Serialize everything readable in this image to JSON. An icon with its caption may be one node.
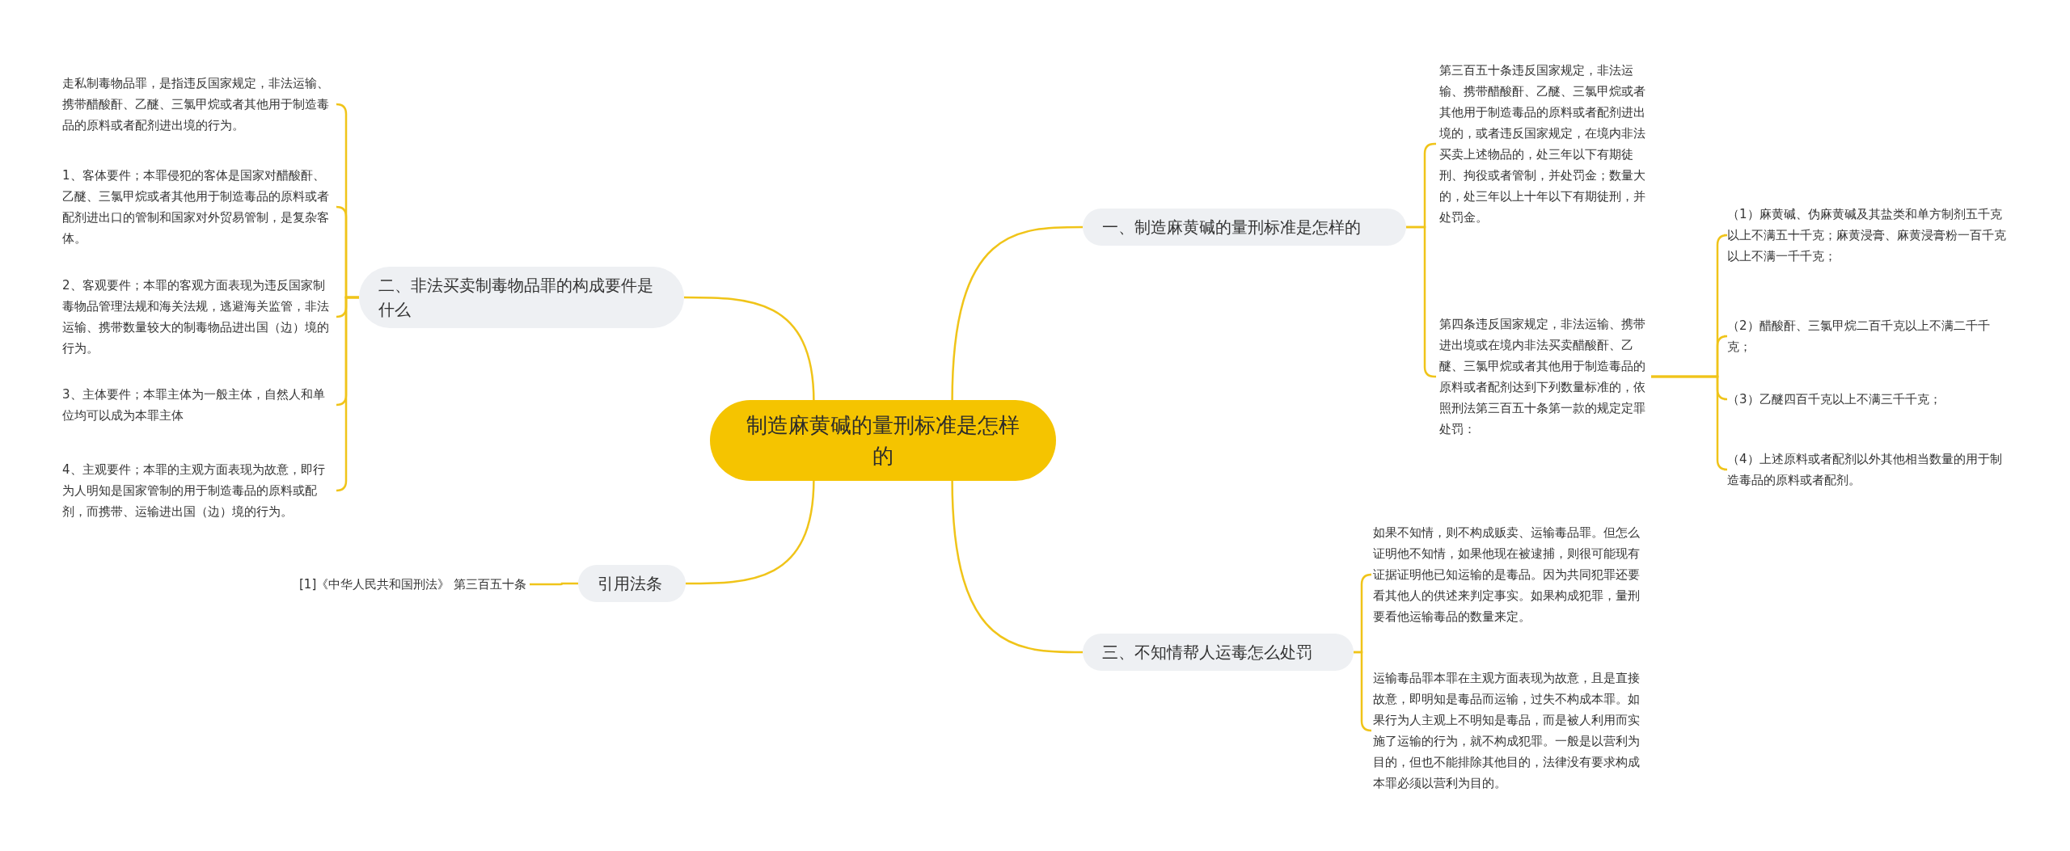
{
  "diagram": {
    "nodes": [
      {
        "text": [
          "制造麻黄碱的量刑标准是怎样的"
        ]
      },
      {
        "text": [
          "一、制造麻黄碱的量刑标准是怎样的"
        ]
      },
      {
        "text": [
          "第三百五十条违反国家规定，非法运输、携带醋酸酐、乙醚、三氯甲烷或者其他用于制造毒品的原料或者配剂进出境的，或者违反国家规定，在境内非法买卖上述物品的，处三年以下有期徒刑、拘役或者管制，并处罚金；数量大的，处三年以上十年以下有期徒刑，并处罚金。"
        ]
      },
      {
        "text": [
          "第四条违反国家规定，非法运输、携带进出境或在境内非法买卖醋酸酐、乙醚、三氯甲烷或者其他用于制造毒品的原料或者配剂达到下列数量标准的，依照刑法第三百五十条第一款的规定定罪处罚："
        ]
      },
      {
        "text": [
          "（1）麻黄碱、伪麻黄碱及其盐类和单方制剂五千克以上不满五十千克；麻黄浸膏、麻黄浸膏粉一百千克以上不满一千千克；"
        ]
      },
      {
        "text": [
          "（2）醋酸酐、三氯甲烷二百千克以上不满二千千克；"
        ]
      },
      {
        "text": [
          "（3）乙醚四百千克以上不满三千千克；"
        ]
      },
      {
        "text": [
          "（4）上述原料或者配剂以外其他相当数量的用于制造毒品的原料或者配剂。"
        ]
      },
      {
        "text": [
          "二、非法买卖制毒物品罪的构成要件是什么"
        ]
      },
      {
        "text": [
          "走私制毒物品罪，是指违反国家规定，非法运输、携带醋酸酐、乙醚、三氯甲烷或者其他用于制造毒品的原料或者配剂进出境的行为。"
        ]
      },
      {
        "text": [
          "1、客体要件；本罪侵犯的客体是国家对醋酸酐、乙醚、三氯甲烷或者其他用于制造毒品的原料或者配剂进出口的管制和国家对外贸易管制，是复杂客体。"
        ]
      },
      {
        "text": [
          "2、客观要件；本罪的客观方面表现为违反国家制毒物品管理法规和海关法规，逃避海关监管，非法运输、携带数量较大的制毒物品进出国（边）境的行为。"
        ]
      },
      {
        "text": [
          "3、主体要件；本罪主体为一般主体，自然人和单位均可以成为本罪主体"
        ]
      },
      {
        "text": [
          "4、主观要件；本罪的主观方面表现为故意，即行为人明知是国家管制的用于制造毒品的原料或配剂，而携带、运输进出国（边）境的行为。"
        ]
      },
      {
        "text": [
          "引用法条"
        ]
      },
      {
        "text": [
          "[1]《中华人民共和国刑法》 第三百五十条"
        ]
      },
      {
        "text": [
          "三、不知情帮人运毒怎么处罚"
        ]
      },
      {
        "text": [
          "如果不知情，则不构成贩卖、运输毒品罪。但怎么证明他不知情，如果他现在被逮捕，则很可能现有证据证明他已知运输的是毒品。因为共同犯罪还要看其他人的供述来判定事实。如果构成犯罪，量刑要看他运输毒品的数量来定。"
        ]
      },
      {
        "text": [
          "运输毒品罪本罪在主观方面表现为故意，且是直接故意，即明知是毒品而运输，过失不构成本罪。如果行为人主观上不明知是毒品，而是被人利用而实施了运输的行为，就不构成犯罪。一般是以营利为目的，但也不能排除其他目的，法律没有要求构成本罪必须以营利为目的。"
        ]
      }
    ],
    "edges": [
      {
        "from": 0,
        "to": 1,
        "arrow": "none"
      },
      {
        "from": 1,
        "to": 2,
        "arrow": "none"
      },
      {
        "from": 1,
        "to": 3,
        "arrow": "none"
      },
      {
        "from": 3,
        "to": 4,
        "arrow": "none"
      },
      {
        "from": 3,
        "to": 5,
        "arrow": "none"
      },
      {
        "from": 3,
        "to": 6,
        "arrow": "none"
      },
      {
        "from": 3,
        "to": 7,
        "arrow": "none"
      },
      {
        "from": 0,
        "to": 8,
        "arrow": "none"
      },
      {
        "from": 8,
        "to": 9,
        "arrow": "none"
      },
      {
        "from": 8,
        "to": 10,
        "arrow": "none"
      },
      {
        "from": 8,
        "to": 11,
        "arrow": "none"
      },
      {
        "from": 8,
        "to": 12,
        "arrow": "none"
      },
      {
        "from": 8,
        "to": 13,
        "arrow": "none"
      },
      {
        "from": 0,
        "to": 14,
        "arrow": "none"
      },
      {
        "from": 14,
        "to": 15,
        "arrow": "none"
      },
      {
        "from": 0,
        "to": 16,
        "arrow": "none"
      },
      {
        "from": 16,
        "to": 17,
        "arrow": "none"
      },
      {
        "from": 16,
        "to": 18,
        "arrow": "none"
      }
    ]
  }
}
